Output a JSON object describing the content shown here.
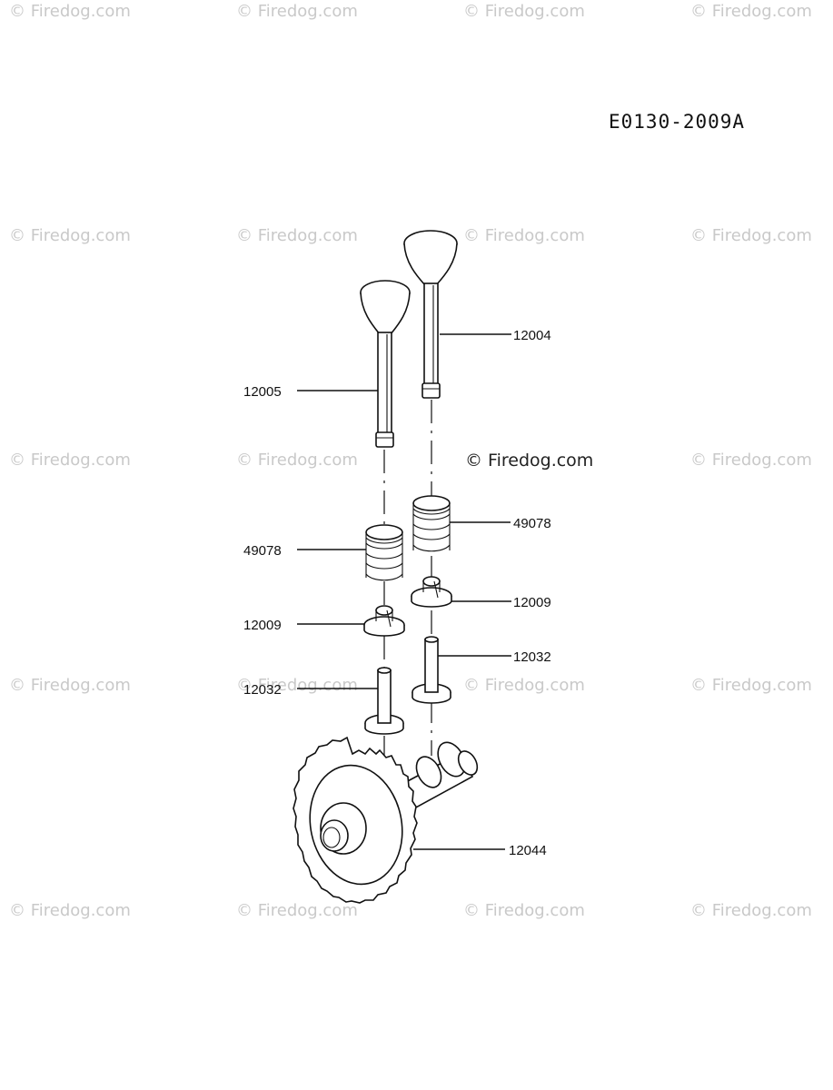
{
  "diagram": {
    "code": "E0130-2009A",
    "watermark": "© Firedog.com",
    "parts": [
      {
        "id": "intake-valve",
        "label": "12004"
      },
      {
        "id": "exhaust-valve",
        "label": "12005"
      },
      {
        "id": "right-spring",
        "label": "49078"
      },
      {
        "id": "left-spring",
        "label": "49078"
      },
      {
        "id": "right-retainer",
        "label": "12009"
      },
      {
        "id": "left-retainer",
        "label": "12009"
      },
      {
        "id": "right-tappet",
        "label": "12032"
      },
      {
        "id": "left-tappet",
        "label": "12032"
      },
      {
        "id": "camshaft",
        "label": "12044"
      }
    ]
  }
}
